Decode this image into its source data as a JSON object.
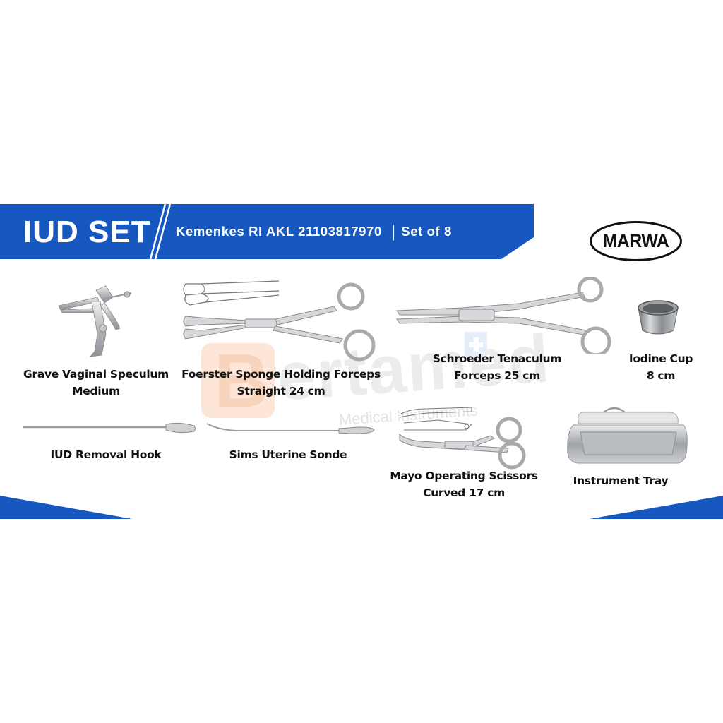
{
  "banner": {
    "title": "IUD SET",
    "subtitle": "Kemenkes RI AKL 21103817970",
    "separator": "|",
    "set_count": "Set of 8",
    "color": "#1658bf"
  },
  "brand_logo": {
    "text": "MARWA"
  },
  "watermark": {
    "letter": "B",
    "word": "ertamed",
    "subtitle": "Medical Instruments"
  },
  "items": [
    {
      "name": "speculum",
      "line1": "Grave Vaginal Speculum",
      "line2": "Medium"
    },
    {
      "name": "sponge-forceps",
      "line1": "Foerster Sponge Holding Forceps",
      "line2": "Straight 24 cm"
    },
    {
      "name": "tenaculum",
      "line1": "Schroeder Tenaculum",
      "line2": "Forceps 25 cm"
    },
    {
      "name": "iodine-cup",
      "line1": "Iodine Cup",
      "line2": "8 cm"
    },
    {
      "name": "removal-hook",
      "line1": "IUD Removal Hook",
      "line2": ""
    },
    {
      "name": "uterine-sonde",
      "line1": "Sims Uterine Sonde",
      "line2": ""
    },
    {
      "name": "mayo-scissors",
      "line1": "Mayo Operating Scissors",
      "line2": "Curved 17 cm"
    },
    {
      "name": "instrument-tray",
      "line1": "Instrument Tray",
      "line2": ""
    }
  ]
}
